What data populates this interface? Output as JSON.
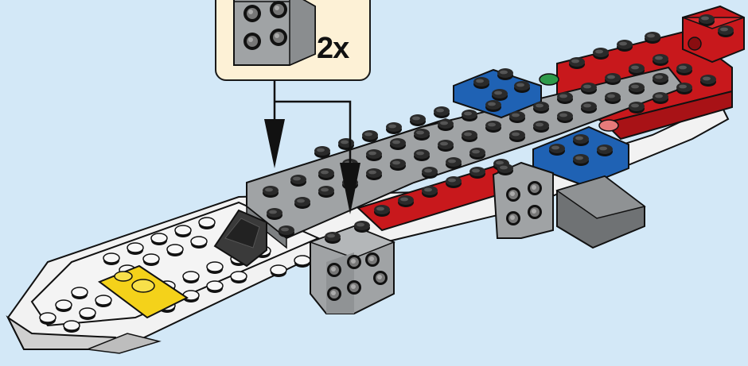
{
  "step": {
    "callout": {
      "quantity_label": "2x",
      "part_name": "brick-1x2-with-studs-on-side-icon",
      "part_color": "#a0a3a5"
    },
    "model": {
      "name": "jet-fuselage-icon",
      "colors": {
        "red": "#c8181c",
        "white": "#f2f2f2",
        "grey": "#a0a3a5",
        "blue": "#1f62b4",
        "yellow": "#f4d21a",
        "green": "#2e9a4a",
        "canopy": "#3a3a3a"
      }
    },
    "arrows": [
      "placement-arrow-left",
      "placement-arrow-right"
    ]
  }
}
